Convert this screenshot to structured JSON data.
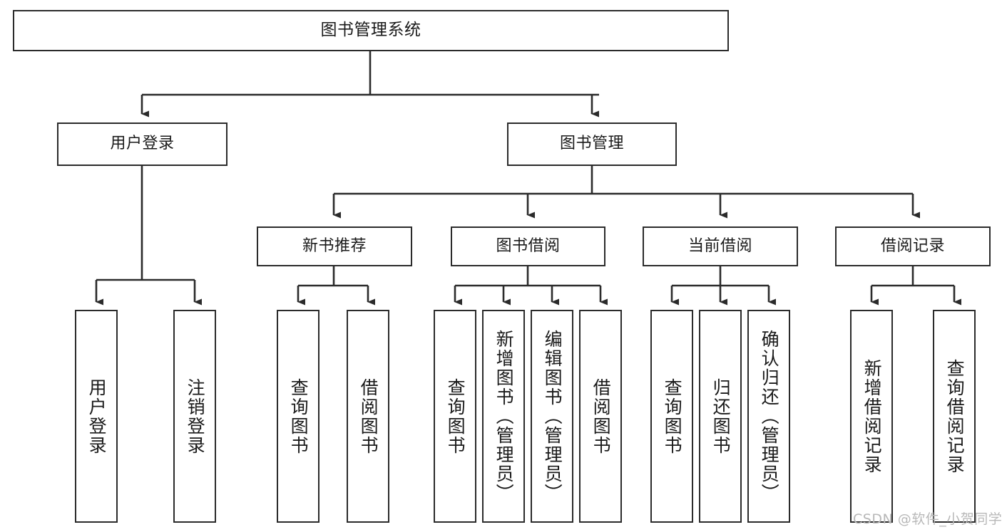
{
  "diagram": {
    "title": "图书管理系统",
    "type": "tree-hierarchy-diagram",
    "watermark": "CSDN @软件_小贺同学",
    "nodes": {
      "root": {
        "label": "图书管理系统"
      },
      "level2": [
        {
          "id": "user-login",
          "label": "用户登录"
        },
        {
          "id": "book-management",
          "label": "图书管理"
        }
      ],
      "level3": [
        {
          "id": "new-book-recommend",
          "label": "新书推荐"
        },
        {
          "id": "book-borrow",
          "label": "图书借阅"
        },
        {
          "id": "current-borrow",
          "label": "当前借阅"
        },
        {
          "id": "borrow-record",
          "label": "借阅记录"
        }
      ],
      "leaves": {
        "user_login": [
          {
            "id": "leaf-user-login",
            "label": "用户登录"
          },
          {
            "id": "leaf-logout-login",
            "label": "注销登录"
          }
        ],
        "new_book_recommend": [
          {
            "id": "leaf-query-book-1",
            "label": "查询图书"
          },
          {
            "id": "leaf-borrow-book-1",
            "label": "借阅图书"
          }
        ],
        "book_borrow": [
          {
            "id": "leaf-query-book-2",
            "label": "查询图书"
          },
          {
            "id": "leaf-add-book",
            "label": "新增图书（管理员）"
          },
          {
            "id": "leaf-edit-book",
            "label": "编辑图书（管理员）"
          },
          {
            "id": "leaf-borrow-book-2",
            "label": "借阅图书"
          }
        ],
        "current_borrow": [
          {
            "id": "leaf-query-book-3",
            "label": "查询图书"
          },
          {
            "id": "leaf-return-book",
            "label": "归还图书"
          },
          {
            "id": "leaf-confirm-return",
            "label": "确认归还（管理员）"
          }
        ],
        "borrow_record": [
          {
            "id": "leaf-add-borrow-record",
            "label": "新增借阅记录"
          },
          {
            "id": "leaf-query-borrow-record",
            "label": "查询借阅记录"
          }
        ]
      }
    },
    "colors": {
      "box_border": "#2b2b2b",
      "box_fill": "#ffffff",
      "connector": "#2b2b2b",
      "text": "#1a1a1a",
      "watermark": "#b8b8b8",
      "background": "#ffffff"
    }
  }
}
